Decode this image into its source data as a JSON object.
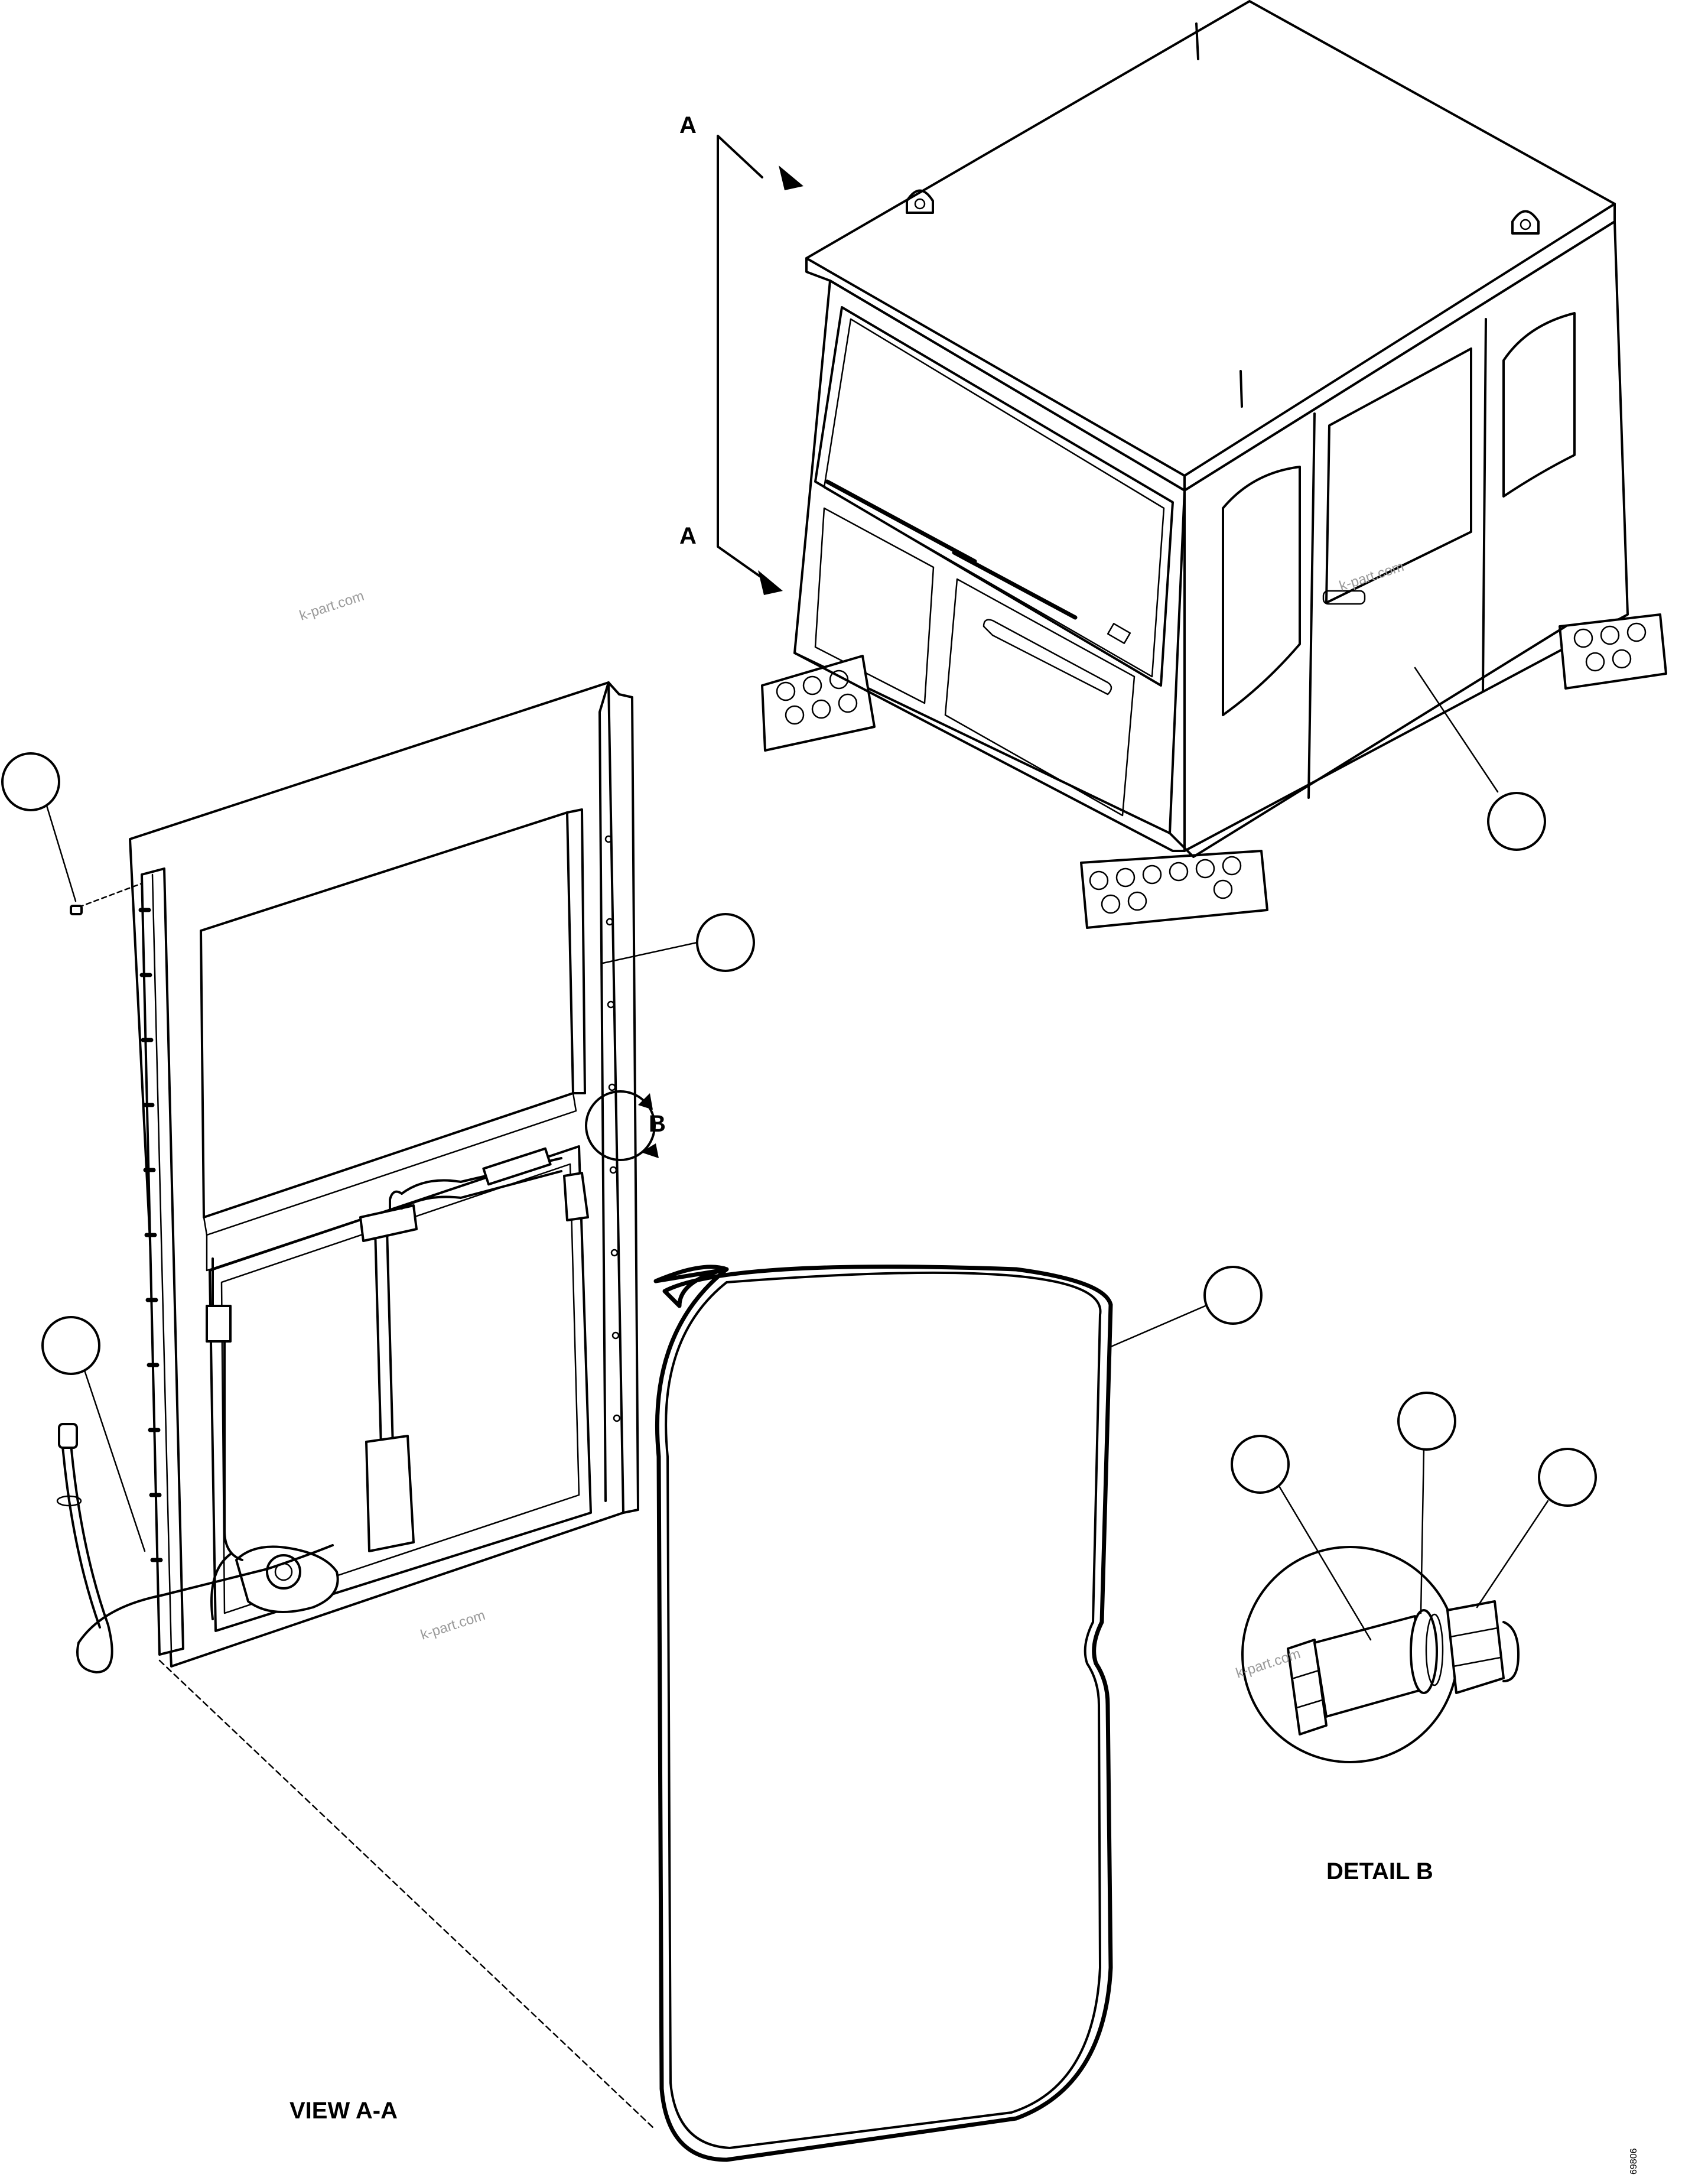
{
  "section_labels": {
    "section_a_top": "A",
    "section_a_bottom": "A",
    "detail_b_marker": "B",
    "view_aa": "VIEW A-A",
    "detail_b": "DETAIL B"
  },
  "watermarks": [
    "k-part.com",
    "k-part.com",
    "k-part.com",
    "k-part.com"
  ],
  "drawing_number": "69806",
  "callouts": [
    {
      "id": "cab-assembly",
      "number": ""
    },
    {
      "id": "door-assembly",
      "number": ""
    },
    {
      "id": "pin",
      "number": ""
    },
    {
      "id": "cable",
      "number": ""
    },
    {
      "id": "seal",
      "number": ""
    },
    {
      "id": "bolt",
      "number": ""
    },
    {
      "id": "washer",
      "number": ""
    },
    {
      "id": "nut",
      "number": ""
    }
  ]
}
